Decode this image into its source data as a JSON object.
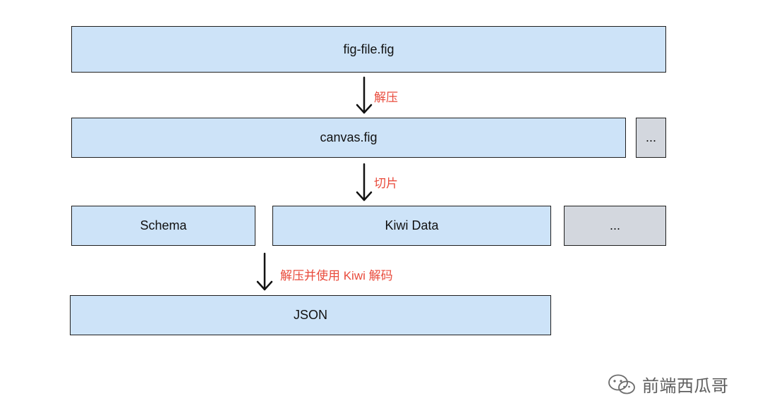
{
  "diagram": {
    "nodes": {
      "fig_file": "fig-file.fig",
      "canvas_fig": "canvas.fig",
      "canvas_more": "...",
      "schema": "Schema",
      "kiwi_data": "Kiwi Data",
      "kiwi_more": "...",
      "json": "JSON"
    },
    "steps": {
      "decompress": "解压",
      "slice": "切片",
      "decode": "解压并使用 Kiwi 解码"
    },
    "colors": {
      "node_fill": "#cde3f8",
      "other_fill": "#d3d7de",
      "label": "#e94b3c"
    }
  },
  "watermark": {
    "icon": "wechat-icon",
    "text": "前端西瓜哥"
  }
}
